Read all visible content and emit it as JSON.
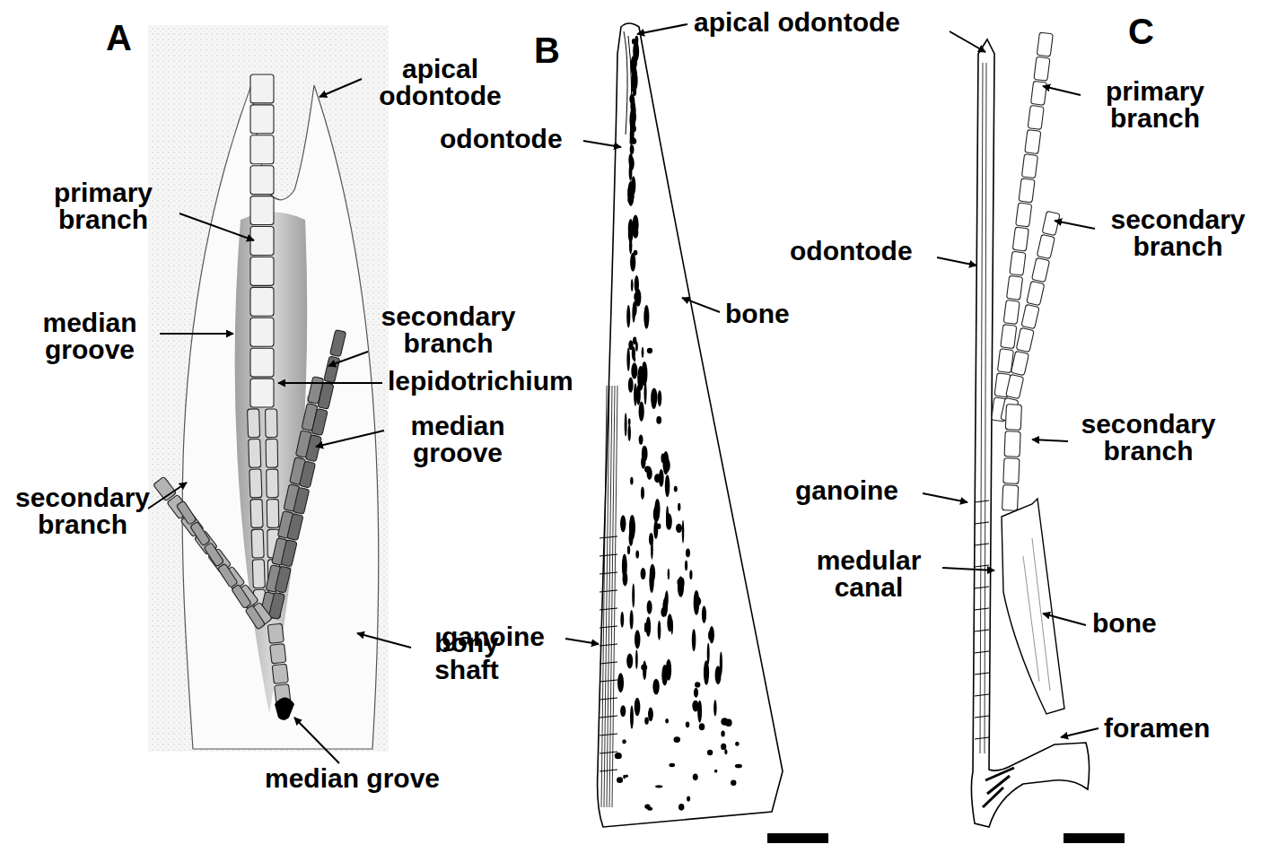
{
  "diagram": {
    "labels": [
      "A",
      "apical odontode",
      "primary branch",
      "median groove",
      "secondary branch",
      "lepidotrichium",
      "median groove",
      "secondary branch",
      "bony shaft",
      "median grove",
      "B",
      "apical odontode",
      "odontode",
      "bone",
      "ganoine",
      "C",
      "primary branch",
      "secondary branch",
      "odontode",
      "secondary branch",
      "ganoine",
      "medular canal",
      "bone",
      "foramen"
    ]
  }
}
